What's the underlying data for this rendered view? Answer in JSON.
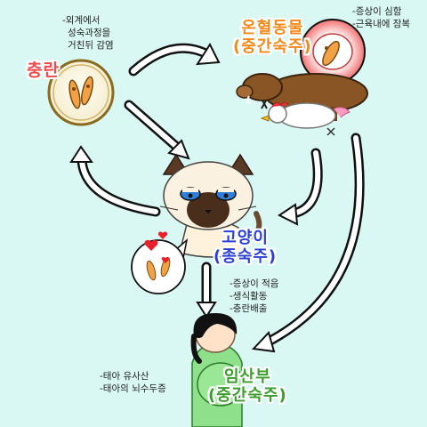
{
  "colors": {
    "background": "#d9f7f3",
    "egg_label": "#f04a4a",
    "warm_host_label": "#f28a1b",
    "cat_label": "#2a3fd6",
    "pregnant_label": "#3a9e2a",
    "arrow_fill": "#ffffff",
    "arrow_stroke": "#111111"
  },
  "egg": {
    "label": "충란",
    "notes": [
      "-외계에서",
      "성숙과정을",
      "거친뒤 감염"
    ]
  },
  "warm_host": {
    "label_line1": "온혈동물",
    "label_line2": "(중간숙주)",
    "notes": [
      "-증상이 심함",
      "-근육내에 잠복"
    ]
  },
  "cat": {
    "label_line1": "고양이",
    "label_line2": "(종숙주)",
    "notes": [
      "-증상이 적음",
      "-생식활동",
      "-충란배출"
    ]
  },
  "pregnant": {
    "label_line1": "임산부",
    "label_line2": "(중간숙주)",
    "notes": [
      "-태아 유사산",
      "-태아의 뇌수두증"
    ]
  },
  "icons": [
    "oocyst-icon",
    "boar-icon",
    "chicken-icon",
    "cat-icon",
    "heart-icon",
    "pregnant-woman-icon"
  ]
}
